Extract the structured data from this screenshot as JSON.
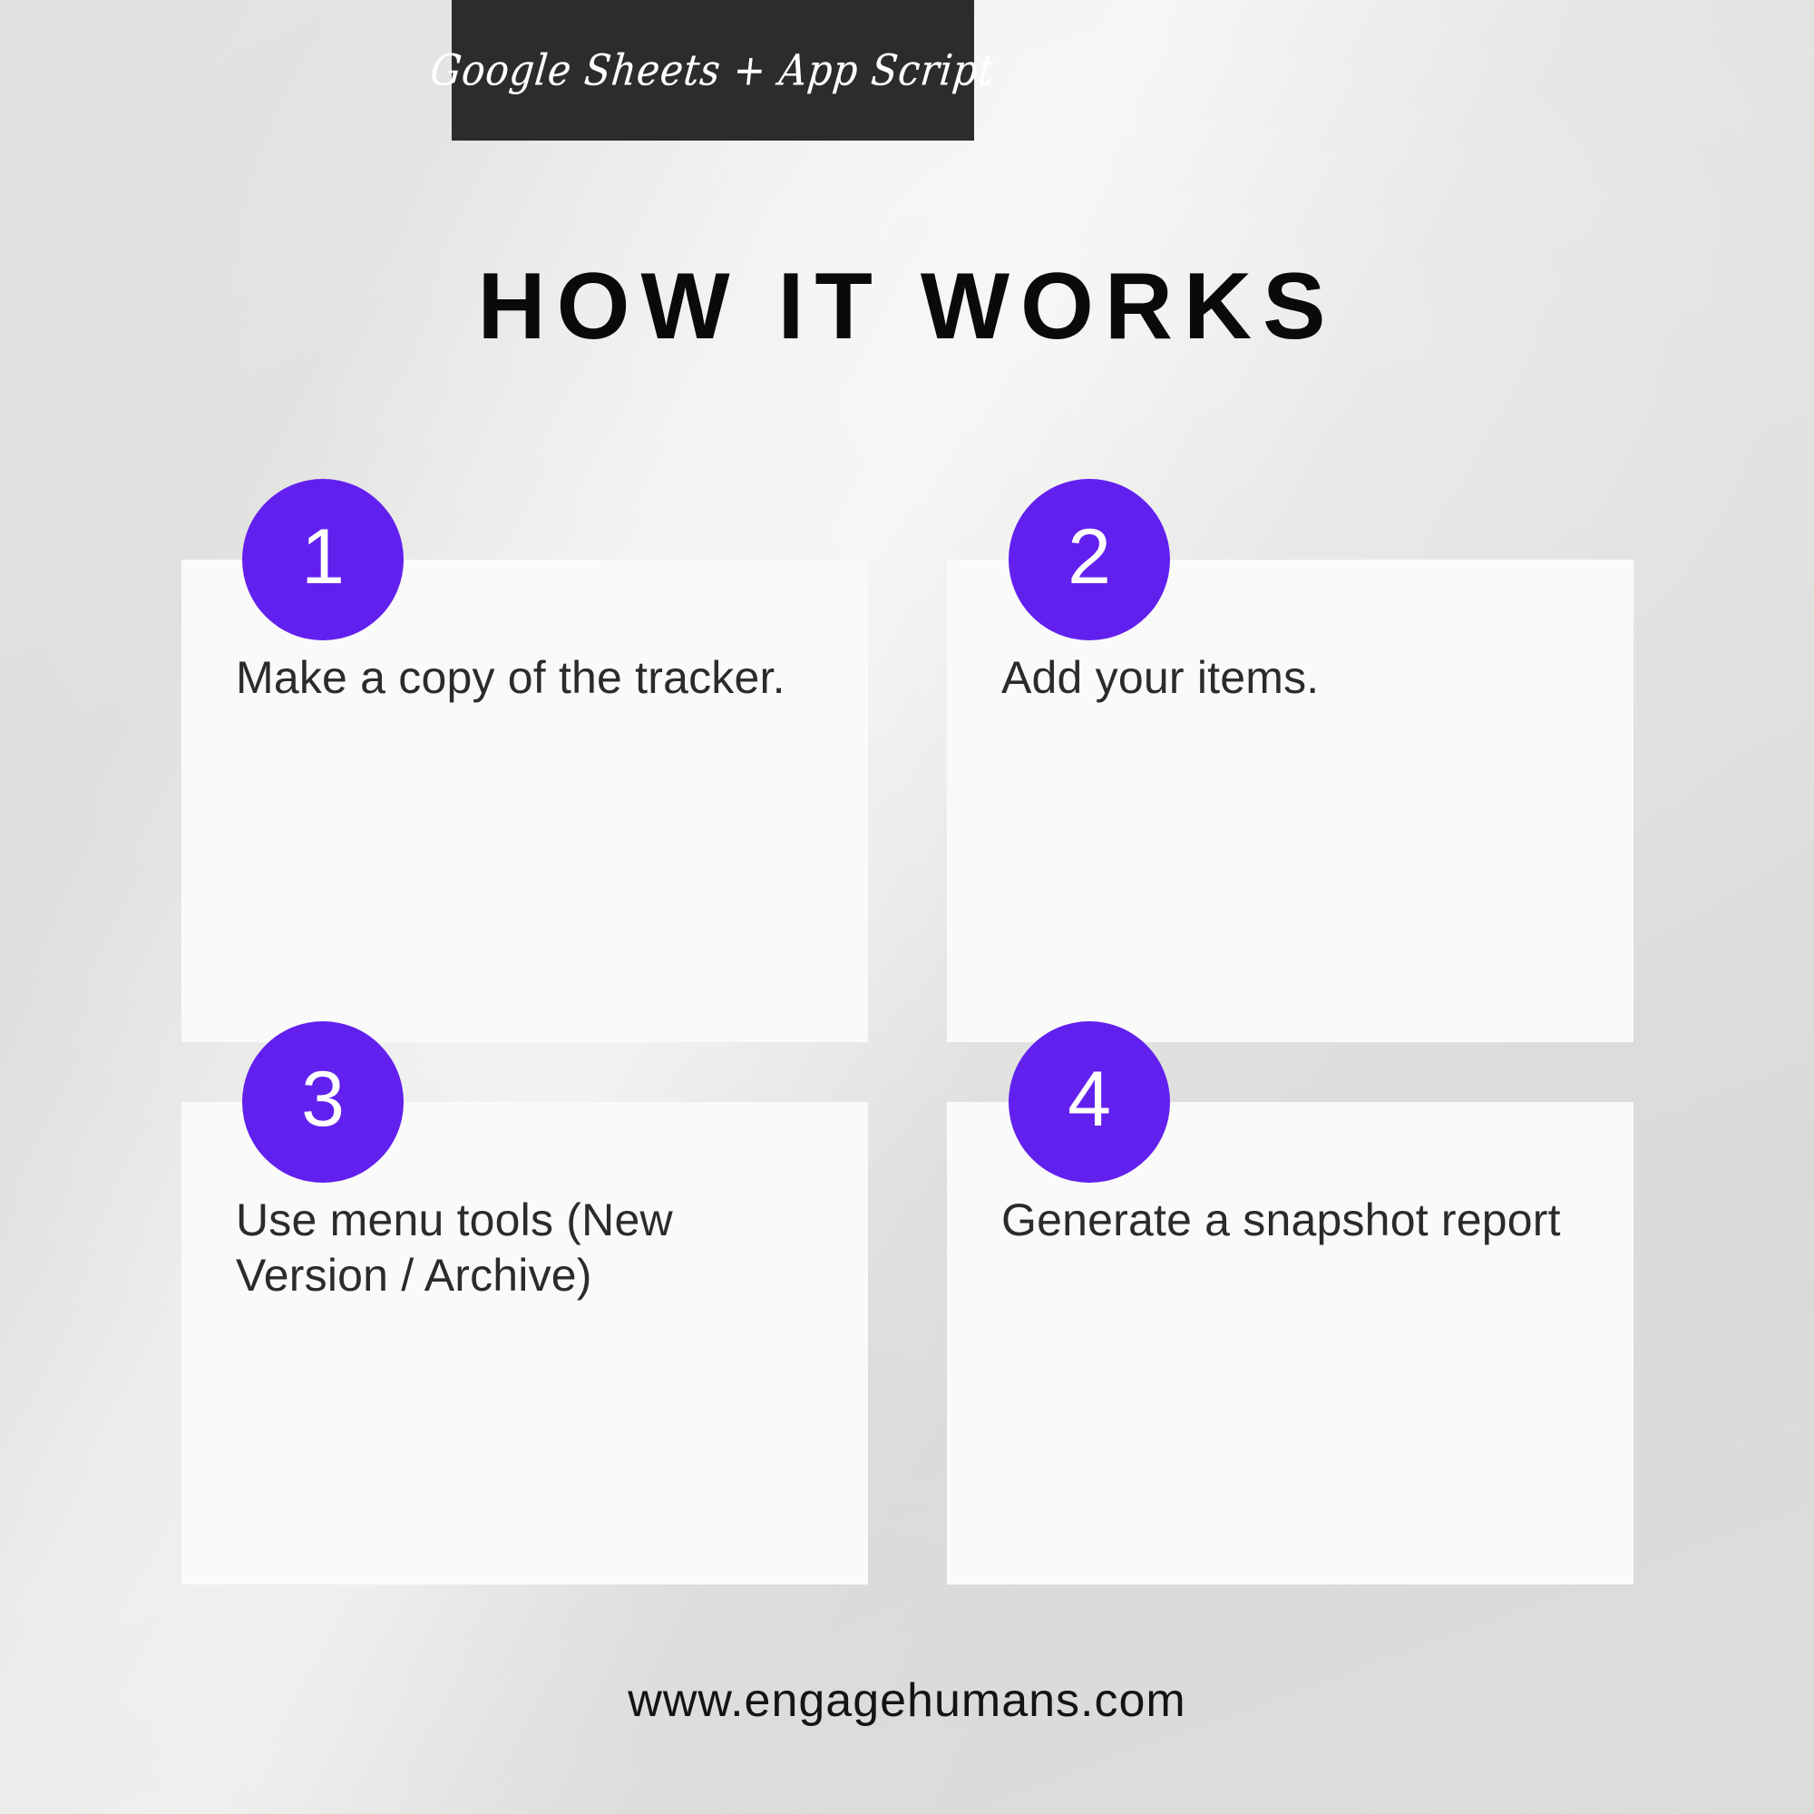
{
  "banner": {
    "label": "Google Sheets + App Script"
  },
  "headline": {
    "title": "HOW IT WORKS"
  },
  "colors": {
    "background": "#dcdcda",
    "banner_bg": "#2c2c2c",
    "card_bg": "#fafafa",
    "accent_purple": "#6220ee",
    "headline_text": "#0a0a0a",
    "body_text": "#2b2b2b"
  },
  "steps": [
    {
      "number": "1",
      "text": "Make a copy of the tracker."
    },
    {
      "number": "2",
      "text": "Add your items."
    },
    {
      "number": "3",
      "text": "Use menu tools (New Version / Archive)"
    },
    {
      "number": "4",
      "text": "Generate a snapshot report"
    }
  ],
  "footer": {
    "url": "www.engagehumans.com"
  }
}
